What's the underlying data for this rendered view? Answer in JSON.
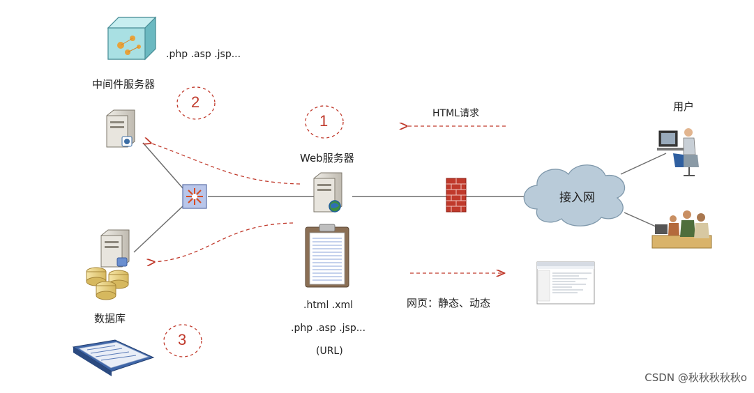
{
  "labels": {
    "middleware_ext": ".php .asp .jsp...",
    "middleware_server": "中间件服务器",
    "web_server": "Web服务器",
    "html_request": "HTML请求",
    "user": "用户",
    "access_network": "接入网",
    "database": "数据库",
    "file_ext_1": ".html .xml",
    "file_ext_2": ".php .asp .jsp...",
    "url": "(URL)",
    "web_page": "网页：静态、动态",
    "step_1": "1",
    "step_2": "2",
    "step_3": "3"
  },
  "watermark": "CSDN @秋秋秋秋秋o",
  "icons": [
    "cube-icon",
    "middleware-server-icon",
    "switch-icon",
    "web-server-icon",
    "firewall-icon",
    "cloud-icon",
    "user-computer-icon",
    "users-meeting-icon",
    "database-server-icon",
    "clipboard-document-icon",
    "webpage-screenshot-icon",
    "newspaper-icon"
  ],
  "colors": {
    "dashed_arrow": "#c0392b",
    "line": "#6d6d6d",
    "cloud": "#b9cbd9",
    "firewall": "#c0392b",
    "server": "#d9d6cf"
  }
}
